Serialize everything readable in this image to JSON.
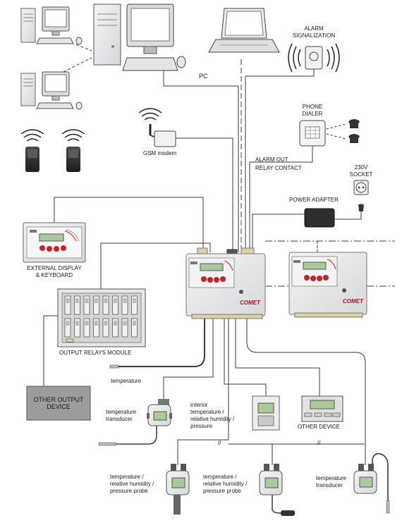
{
  "labels": {
    "pc": "PC",
    "alarm_signalization_1": "ALARM",
    "alarm_signalization_2": "SIGNALIZATION",
    "phone_dialer_1": "PHONE",
    "phone_dialer_2": "DIALER",
    "gsm_modem": "GSM modem",
    "alarm_out": "ALARM OUT",
    "relay_contact": "RELAY CONTACT",
    "socket_1": "230V",
    "socket_2": "SOCKET",
    "power_adapter": "POWER ADAPTER",
    "external_display_1": "EXTERNAL DISPLAY",
    "external_display_2": "& KEYBOARD",
    "output_relays_module": "OUTPUT RELAYS MODULE",
    "other_output_device_1": "OTHER OUTPUT",
    "other_output_device_2": "DEVICE",
    "temperature": "temperature",
    "temperature_transducer_left_1": "temperature",
    "temperature_transducer_left_2": "transducer",
    "interior_1": "interior",
    "interior_2": "temperature /",
    "interior_3": "relative humidity /",
    "interior_4": "pressure",
    "other_device": "OTHER DEVICE",
    "probe_left_1": "temperature /",
    "probe_left_2": "relative humidity /",
    "probe_left_3": "pressure probe",
    "probe_mid_1": "temperature /",
    "probe_mid_2": "relative humidity /",
    "probe_mid_3": "pressure probe",
    "temperature_transducer_right_1": "temperature",
    "temperature_transducer_right_2": "transducer",
    "bus_break_1": "//",
    "bus_break_2": "//"
  },
  "brand": "COMET",
  "colors": {
    "line": "#3a3a3a",
    "device_body": "#e9ebec",
    "device_edge": "#8a8d90",
    "key_red": "#c8202a",
    "lcd_green": "#a9c99a",
    "connector": "#d9d2a8"
  }
}
